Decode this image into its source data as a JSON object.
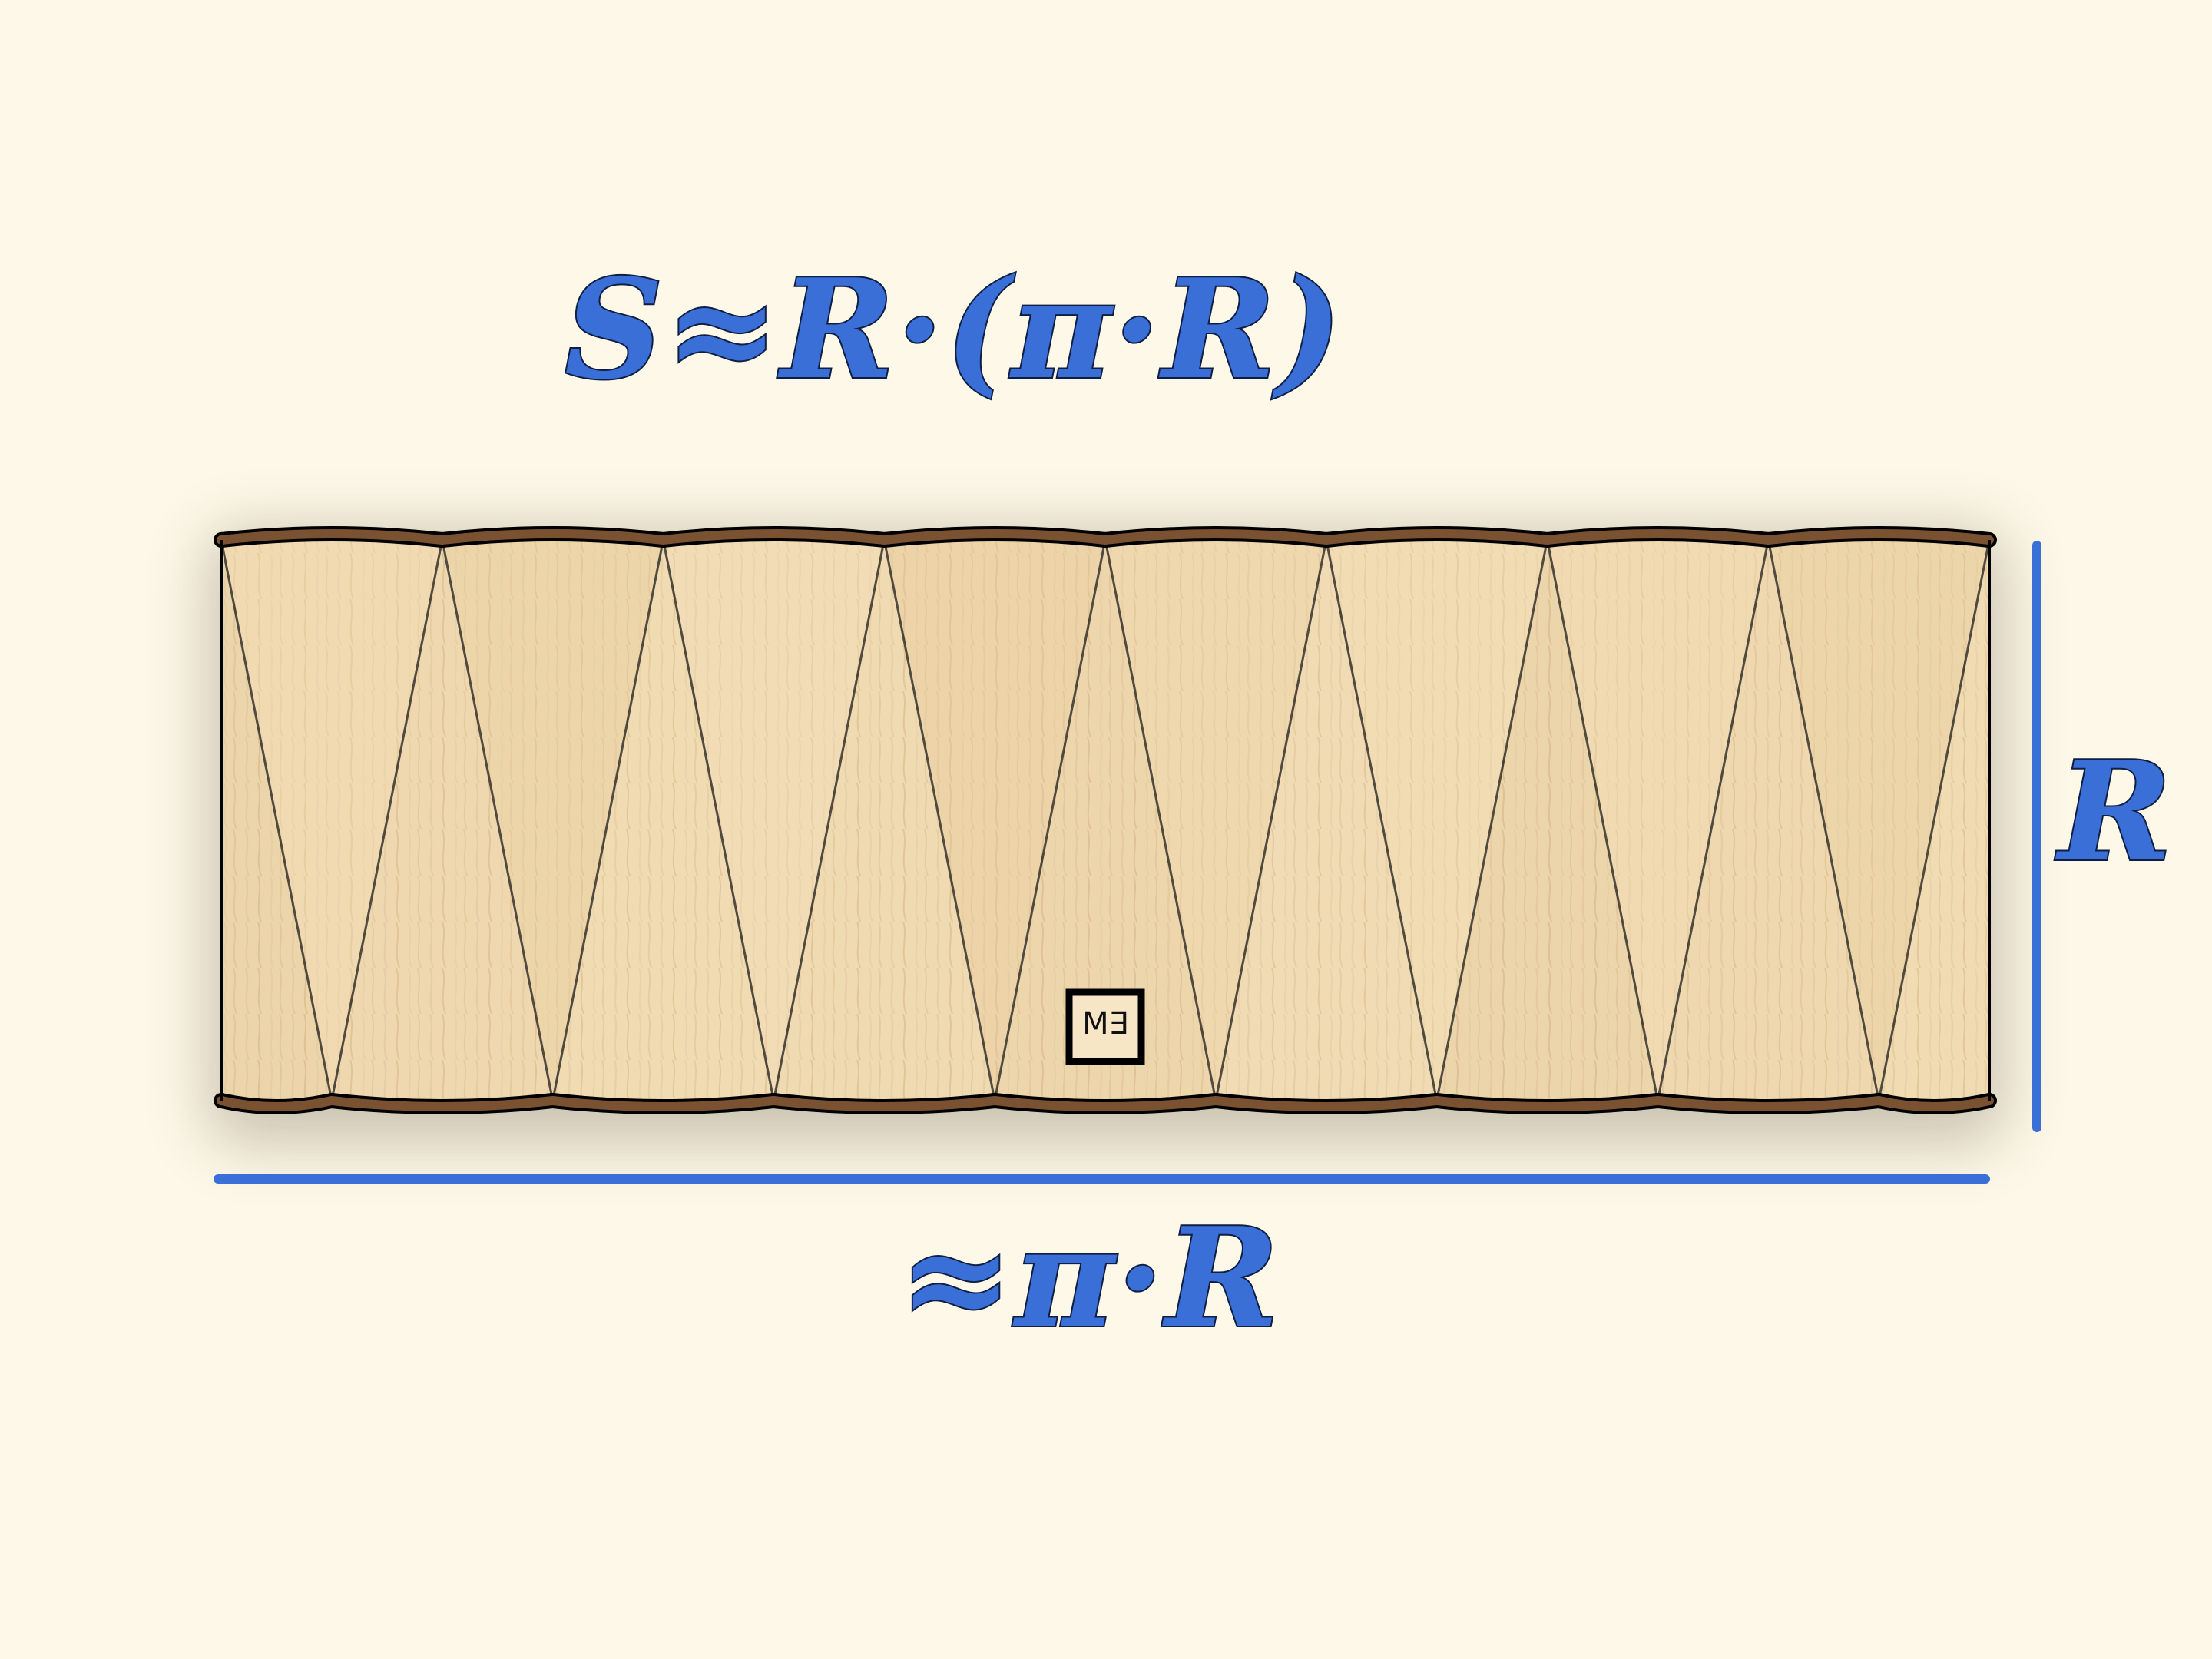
{
  "diagram": {
    "formula": "S≈R·(π·R)",
    "height_label": "R",
    "width_label": "≈π·R",
    "signature": "M∃",
    "segments": 16,
    "colors": {
      "background": "#fdf8e8",
      "accent": "#3a6fd8",
      "wood_light": "#f0d9b0",
      "wood_dark": "#d7b583",
      "rim": "#7a5232",
      "outline": "#111111"
    }
  }
}
